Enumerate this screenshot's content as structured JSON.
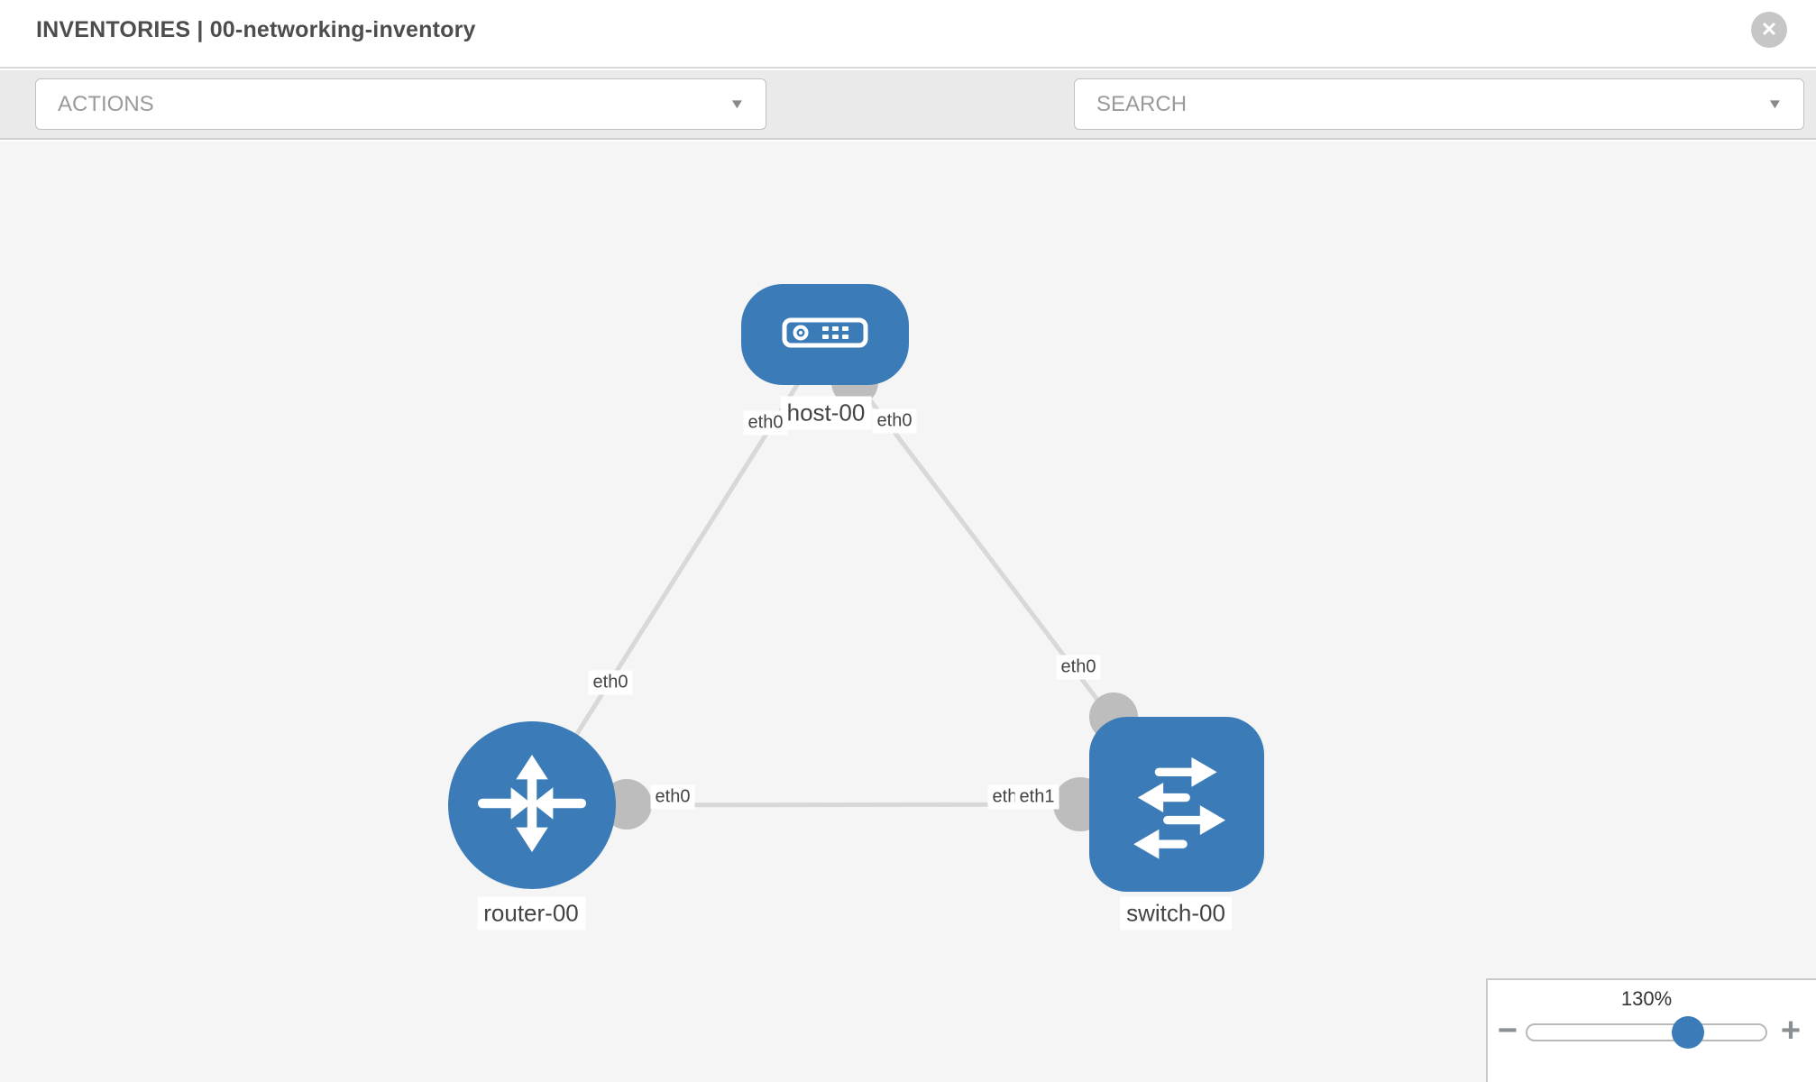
{
  "header": {
    "title": "INVENTORIES | 00-networking-inventory"
  },
  "icons": {
    "close": "✕",
    "caret": "▼",
    "minus": "−",
    "plus": "+"
  },
  "toolbar": {
    "actions_label": "ACTIONS",
    "search_label": "SEARCH"
  },
  "canvas": {
    "nodes": [
      {
        "id": "host-00",
        "type": "host",
        "label": "host-00"
      },
      {
        "id": "router-00",
        "type": "router",
        "label": "router-00"
      },
      {
        "id": "switch-00",
        "type": "switch",
        "label": "switch-00"
      }
    ],
    "interfaces": {
      "host_left": "eth0",
      "host_right": "eth0",
      "router_uplink": "eth0",
      "switch_uplink": "eth0",
      "router_right": "eth0",
      "switch_left_under": "eth0",
      "switch_left_over": "eth1"
    }
  },
  "zoom_control": {
    "level": "130%"
  },
  "colors": {
    "node_blue": "#3b7cb8",
    "link_gray": "#d8d8d8",
    "endpoint_gray": "#bdbdbd",
    "canvas_bg": "#f5f5f5",
    "toolbar_bg": "#eaeaea"
  }
}
